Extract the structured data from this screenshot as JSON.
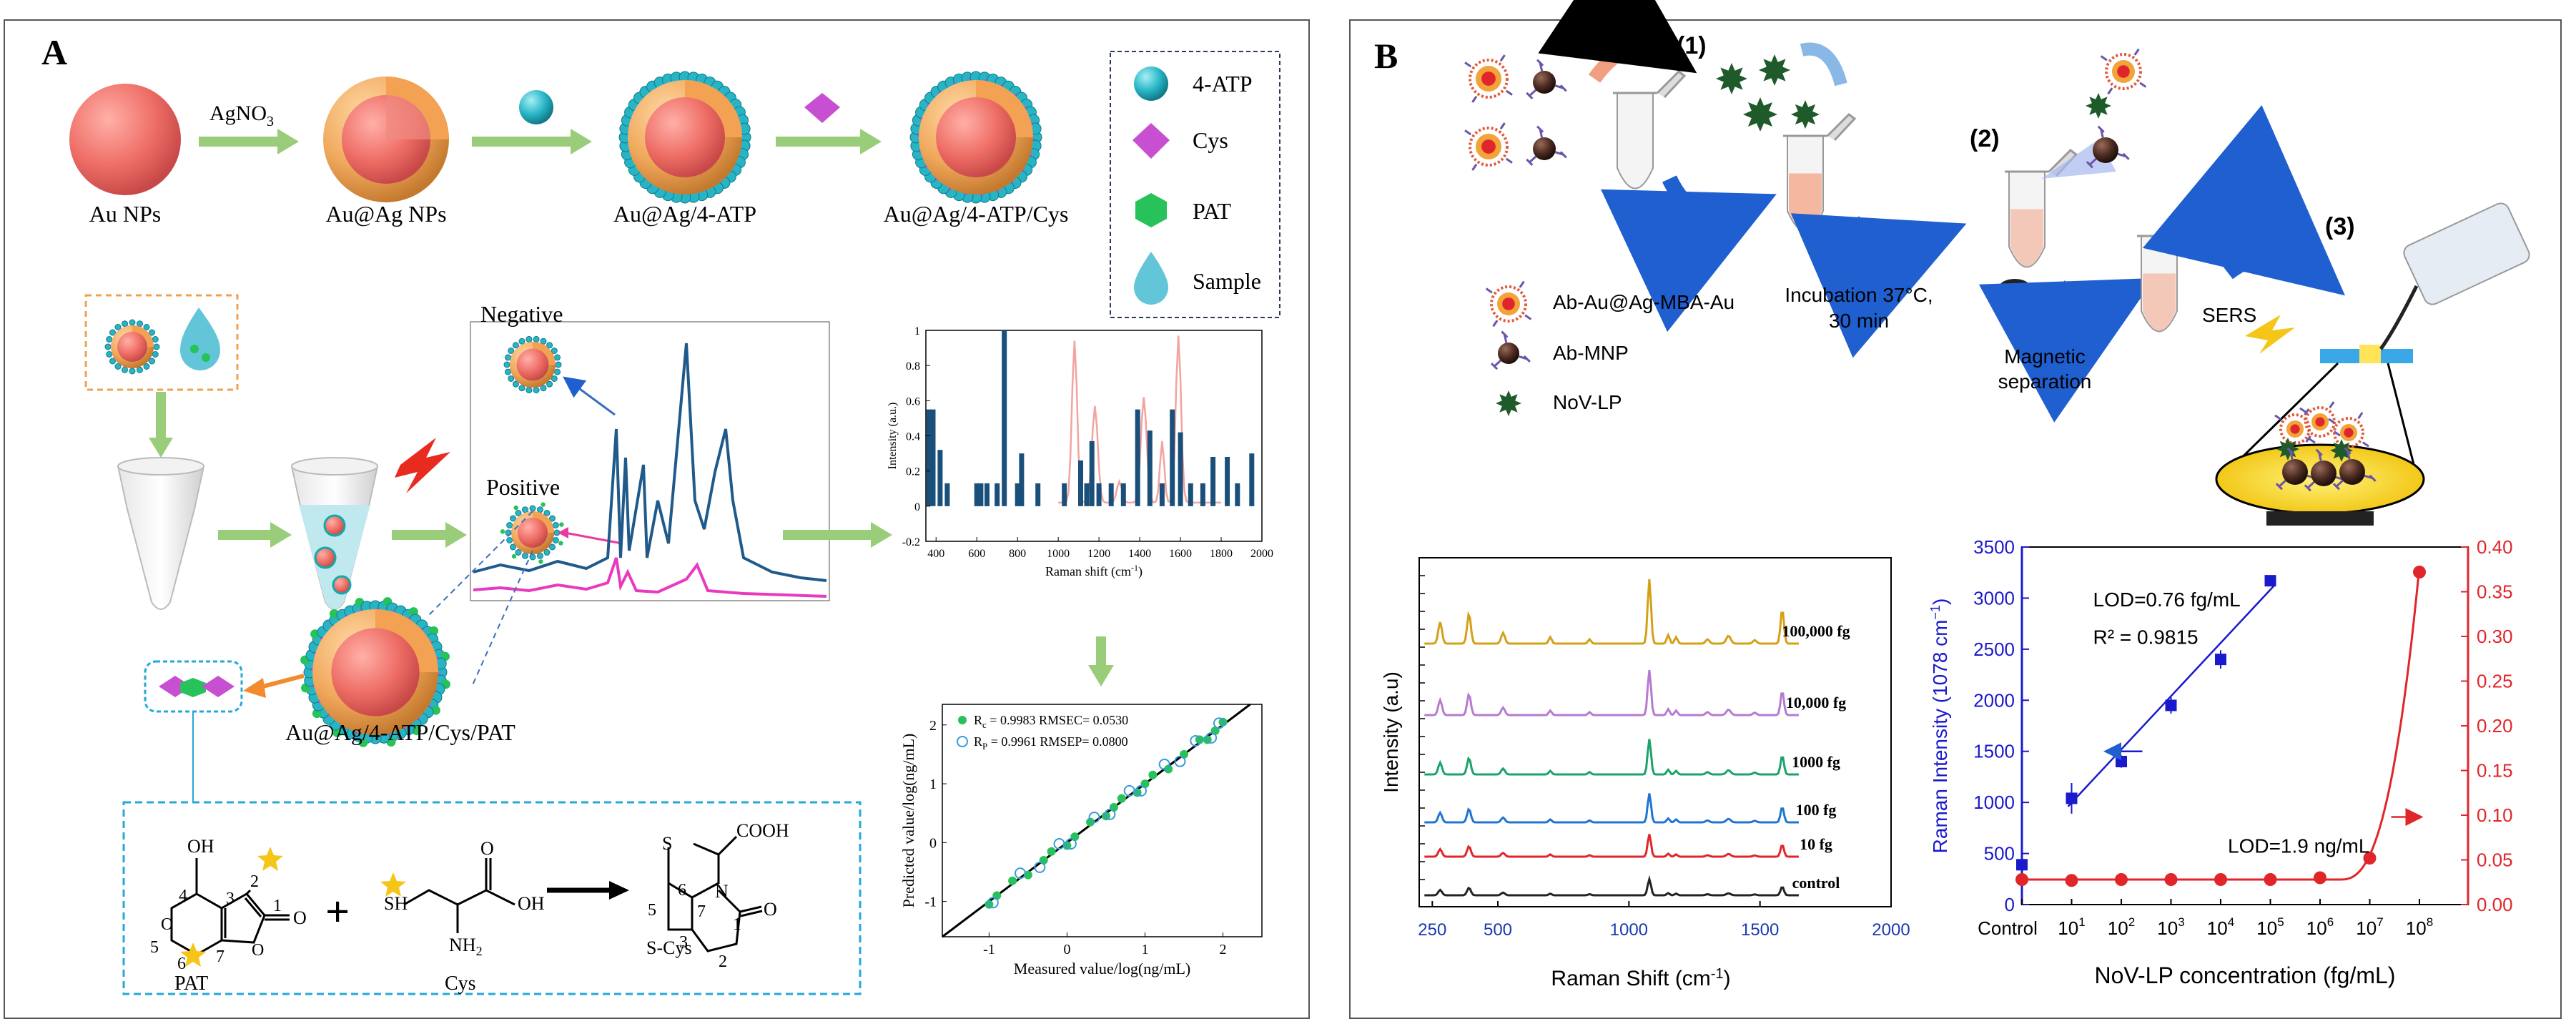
{
  "panel_a": {
    "label": "A",
    "synthesis": {
      "au_np": "Au NPs",
      "agno3": "AgNO",
      "agno3_sub": "3",
      "au_ag": "Au@Ag NPs",
      "au_ag_atp": "Au@Ag/4-ATP",
      "au_ag_atp_cys": "Au@Ag/4-ATP/Cys"
    },
    "legend": [
      "4-ATP",
      "Cys",
      "PAT",
      "Sample"
    ],
    "negative": "Negative",
    "positive": "Positive",
    "probe_label": "Au@Ag/4-ATP/Cys/PAT",
    "reaction": {
      "plus": "+",
      "oh": "OH",
      "o_ring": "O",
      "o_carbonyl": "O",
      "n1": "1",
      "n2": "2",
      "n3": "3",
      "n4": "4",
      "n5": "5",
      "n6": "6",
      "n7": "7",
      "pat": "PAT",
      "sh": "SH",
      "nh2": "NH",
      "nh2_sub": "2",
      "oh_acid": "OH",
      "o_acid": "O",
      "cys": "Cys",
      "s_ring": "S",
      "n_ring": "N",
      "cooh": "COOH",
      "s_cys": "S-Cys",
      "p_o": "O",
      "p5": "5",
      "p6": "6",
      "p7": "7",
      "p3": "3",
      "p2": "2",
      "p1": "1"
    },
    "bar_chart": {
      "ylabel": "Intensity (a.u.)",
      "xlabel": "Raman shift (cm",
      "xlabel_sup": "-1",
      "xlabel_tail": ")",
      "x_ticks": [
        "400",
        "600",
        "800",
        "1000",
        "1200",
        "1400",
        "1600",
        "1800",
        "2000"
      ],
      "y_ticks": [
        "-0.2",
        "0",
        "0.2",
        "0.4",
        "0.6",
        "0.8",
        "1"
      ]
    },
    "regression": {
      "ylabel": "Predicted value/log(ng/mL)",
      "xlabel": "Measured value/log(ng/mL)",
      "x_ticks": [
        "-1",
        "0",
        "1",
        "2"
      ],
      "y_ticks": [
        "-1",
        "0",
        "1",
        "2"
      ],
      "legend_c": "R",
      "legend_c_sub": "c",
      "legend_c_text": "= 0.9983 RMSEC= 0.0530",
      "legend_p": "R",
      "legend_p_sub": "P",
      "legend_p_text": "= 0.9961 RMSEP= 0.0800"
    }
  },
  "panel_b": {
    "label": "B",
    "steps": [
      "(1)",
      "(2)",
      "(3)"
    ],
    "legend": [
      "Ab-Au@Ag-MBA-Au",
      "Ab-MNP",
      "NoV-LP"
    ],
    "incubation": "Incubation 37°C,",
    "incubation2": "30 min",
    "magnetic": "Magnetic",
    "magnetic2": "separation",
    "sers": "SERS",
    "spectra": {
      "ylabel": "Intensity (a.u)",
      "xlabel": "Raman Shift (cm",
      "xlabel_sup": "-1",
      "xlabel_tail": ")",
      "x_ticks": [
        "250",
        "500",
        "1000",
        "1500",
        "2000"
      ],
      "labels": [
        "100,000 fg",
        "10,000 fg",
        "1000 fg",
        "100 fg",
        "10 fg",
        "control"
      ],
      "colors": [
        "#d4a017",
        "#b57bd1",
        "#1aa36b",
        "#1f74d6",
        "#e0262a",
        "#222222"
      ]
    }
  },
  "chart_data": {
    "type": "scatter",
    "xlabel": "NoV-LP concentration (fg/mL)",
    "ylabel": "Raman Intensity (1078 cm",
    "ylabel_sup": "−1",
    "ylabel_tail": ")",
    "x_ticks": [
      "Control",
      "10",
      "10",
      "10",
      "10",
      "10",
      "10",
      "10",
      "10"
    ],
    "x_tick_sups": [
      "",
      "1",
      "2",
      "3",
      "4",
      "5",
      "6",
      "7",
      "8"
    ],
    "y_left_ticks": [
      "0",
      "500",
      "1000",
      "1500",
      "2000",
      "2500",
      "3000",
      "3500"
    ],
    "y_right_ticks": [
      "0.00",
      "0.05",
      "0.10",
      "0.15",
      "0.20",
      "0.25",
      "0.30",
      "0.35",
      "0.40"
    ],
    "ylim_left": [
      0,
      3500
    ],
    "ylim_right": [
      0,
      0.4
    ],
    "annotations": {
      "lod_sers": "LOD=0.76 fg/mL",
      "r2": "R² = 0.9815",
      "lod_elisa": "LOD=1.9 ng/mL"
    },
    "series": [
      {
        "axis": "left",
        "color": "#1a1acc",
        "x": [
          "Control",
          "10^1",
          "10^2",
          "10^3",
          "10^4",
          "10^5"
        ],
        "values": [
          390,
          1040,
          1400,
          1950,
          2400,
          3170
        ],
        "errors": [
          60,
          150,
          60,
          80,
          90,
          30
        ]
      },
      {
        "axis": "right",
        "color": "#e0262a",
        "x": [
          "Control",
          "10^1",
          "10^2",
          "10^3",
          "10^4",
          "10^5",
          "10^6",
          "10^7",
          "10^8"
        ],
        "values": [
          0.028,
          0.027,
          0.028,
          0.028,
          0.028,
          0.028,
          0.03,
          0.052,
          0.372
        ]
      }
    ]
  }
}
